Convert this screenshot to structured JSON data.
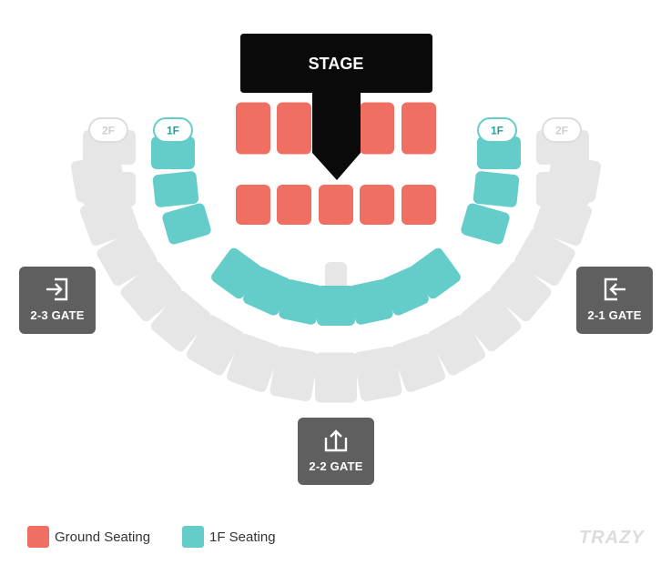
{
  "stage": {
    "label": "STAGE"
  },
  "floor_tags": [
    {
      "label": "2F",
      "floor": "2F",
      "side": "left"
    },
    {
      "label": "1F",
      "floor": "1F",
      "side": "left"
    },
    {
      "label": "1F",
      "floor": "1F",
      "side": "right"
    },
    {
      "label": "2F",
      "floor": "2F",
      "side": "right"
    }
  ],
  "gates": [
    {
      "label": "2-3 GATE",
      "icon": "enter-right-icon"
    },
    {
      "label": "2-1 GATE",
      "icon": "enter-left-icon"
    },
    {
      "label": "2-2 GATE",
      "icon": "enter-up-icon"
    }
  ],
  "legend": {
    "ground": {
      "label": "Ground Seating",
      "color": "#ef6f63"
    },
    "floor1": {
      "label": "1F Seating",
      "color": "#64cdc9"
    }
  },
  "colors": {
    "ground": "#ef6f63",
    "floor1": "#64cdc9",
    "floor2": "#e6e6e6",
    "stage": "#0a0a0a",
    "gate": "#5f5f5f"
  },
  "watermark": "TRAZY"
}
